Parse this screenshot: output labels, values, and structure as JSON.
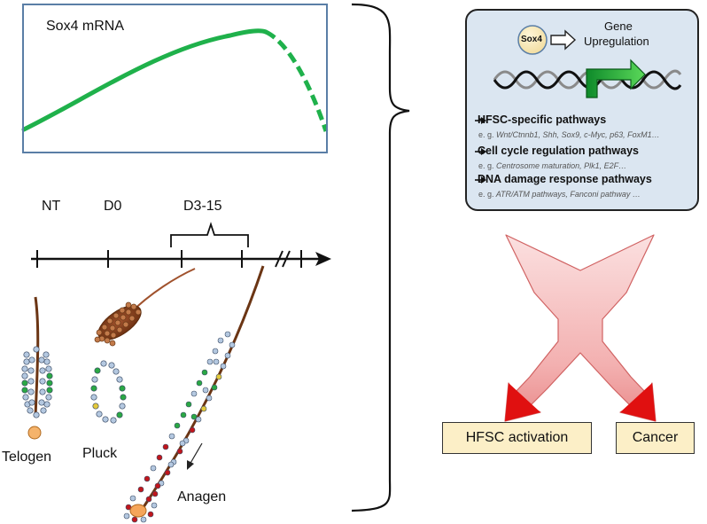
{
  "plot": {
    "label": "Sox4 mRNA"
  },
  "timeline": {
    "nt": "NT",
    "d0": "D0",
    "d3_15": "D3-15"
  },
  "stages": {
    "telogen": "Telogen",
    "pluck": "Pluck",
    "anagen": "Anagen"
  },
  "panel": {
    "sox4_badge": "Sox4",
    "gene_line1": "Gene",
    "gene_line2": "Upregulation",
    "pathways": [
      {
        "title": "HFSC-specific pathways",
        "eg": "e. g.",
        "examples": "Wnt/Ctnnb1, Shh, Sox9, c-Myc, p63, FoxM1…"
      },
      {
        "title": "Cell cycle regulation pathways",
        "eg": "e. g.",
        "examples": "Centrosome maturation, Plk1, E2F…"
      },
      {
        "title": "DNA damage response pathways",
        "eg": "e. g.",
        "examples": "ATR/ATM pathways, Fanconi pathway …"
      }
    ]
  },
  "outcomes": {
    "hfsc_activation": "HFSC activation",
    "cancer": "Cancer"
  },
  "colors": {
    "curve": "#1fb14b",
    "arrow_fill": "#f6c6c6",
    "arrow_tip": "#e01010",
    "box_border": "#5a7ea6",
    "panel_bg": "#dbe6f1",
    "outcome_bg": "#fcefc7"
  }
}
